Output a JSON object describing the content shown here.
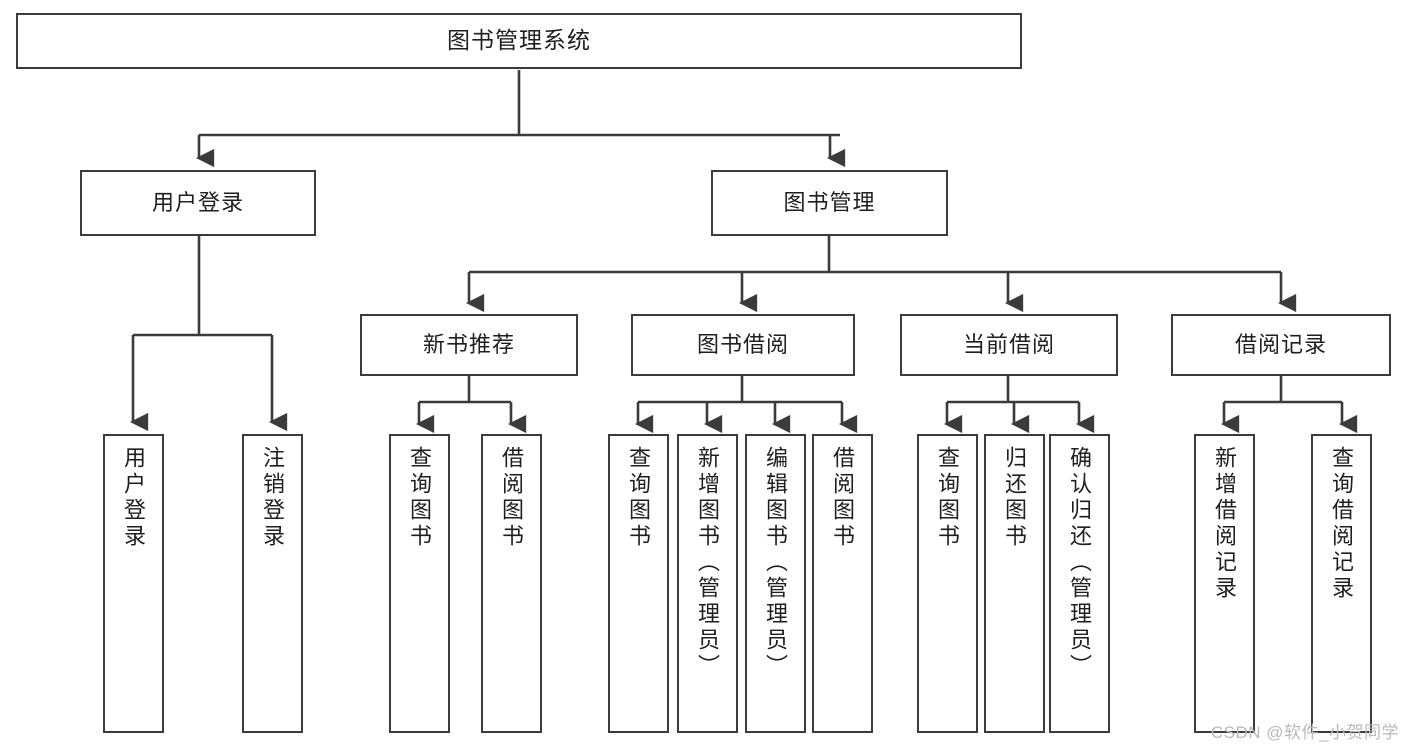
{
  "diagram": {
    "title": "图书管理系统",
    "style": {
      "box_border_color": "#3b3b3b",
      "box_fill_color": "#ffffff",
      "line_color": "#3b3b3b",
      "text_color": "#1f1f1f",
      "background": "#ffffff"
    },
    "root": {
      "label": "图书管理系统"
    },
    "level1": [
      {
        "label": "用户登录"
      },
      {
        "label": "图书管理"
      }
    ],
    "level2": [
      {
        "label": "新书推荐"
      },
      {
        "label": "图书借阅"
      },
      {
        "label": "当前借阅"
      },
      {
        "label": "借阅记录"
      }
    ],
    "leaves": {
      "user_login": [
        {
          "label": "用户登录"
        },
        {
          "label": "注销登录"
        }
      ],
      "new_book_recommend": [
        {
          "label": "查询图书"
        },
        {
          "label": "借阅图书"
        }
      ],
      "book_borrow": [
        {
          "label": "查询图书"
        },
        {
          "label": "新增图书（管理员）"
        },
        {
          "label": "编辑图书（管理员）"
        },
        {
          "label": "借阅图书"
        }
      ],
      "current_borrow": [
        {
          "label": "查询图书"
        },
        {
          "label": "归还图书"
        },
        {
          "label": "确认归还（管理员）"
        }
      ],
      "borrow_record": [
        {
          "label": "新增借阅记录"
        },
        {
          "label": "查询借阅记录"
        }
      ]
    }
  },
  "watermark": {
    "text": "CSDN @软件_小贺同学"
  }
}
